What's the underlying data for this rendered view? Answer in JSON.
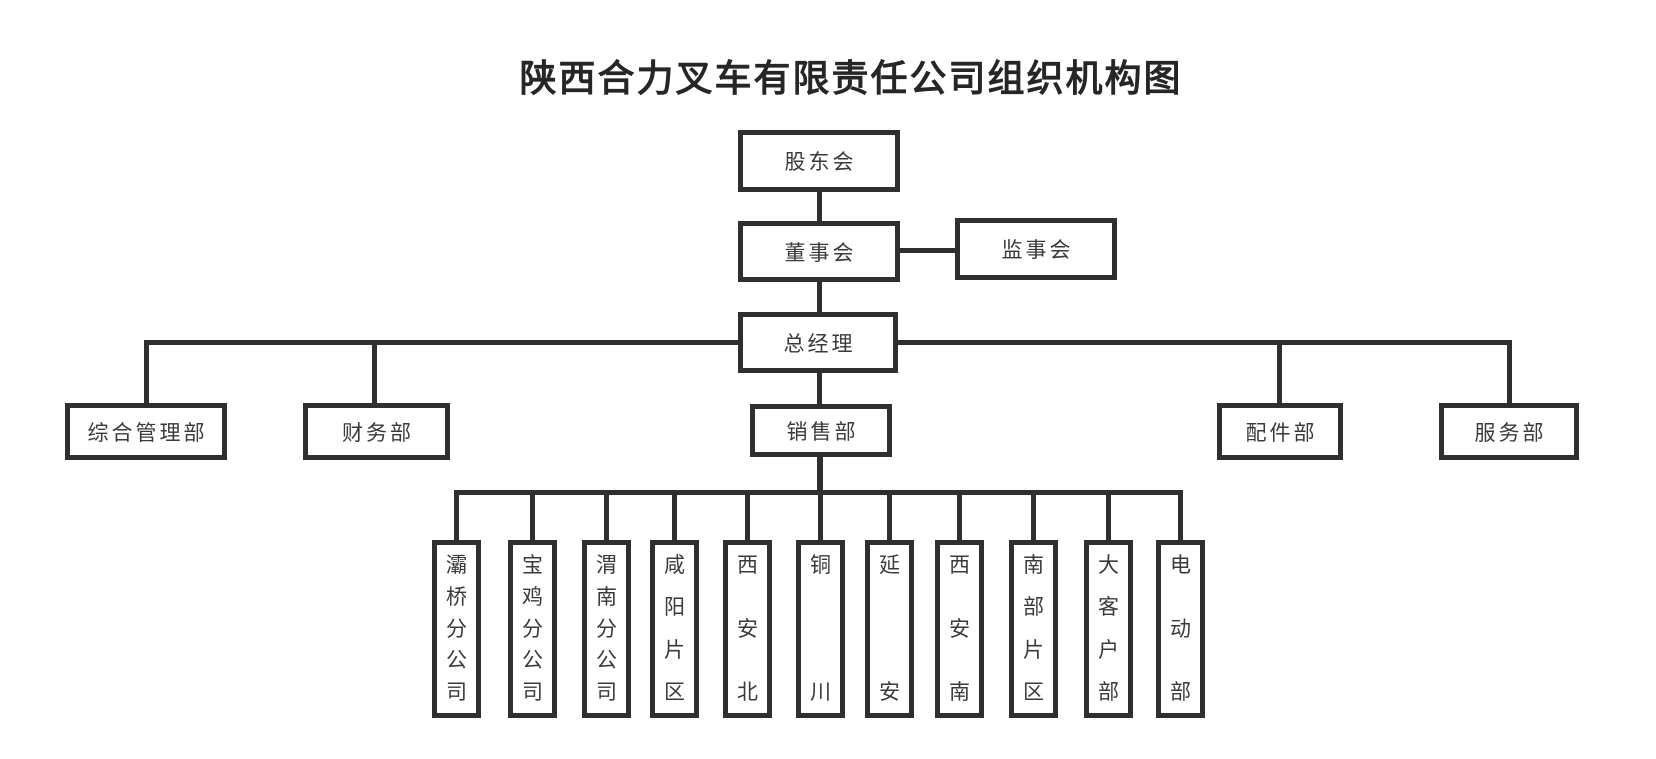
{
  "title": "陕西合力叉车有限责任公司组织机构图",
  "org": {
    "shareholders": "股东会",
    "board_of_directors": "董事会",
    "supervisory_board": "监事会",
    "general_manager": "总经理",
    "departments": [
      "综合管理部",
      "财务部",
      "销售部",
      "配件部",
      "服务部"
    ],
    "sales_units": [
      "灞桥分公司",
      "宝鸡分公司",
      "渭南分公司",
      "咸阳片区",
      "西安北",
      "铜川",
      "延安",
      "西安南",
      "南部片区",
      "大客户部",
      "电动部"
    ]
  },
  "colors": {
    "line": "#2f2f2f",
    "text": "#3a3a3a",
    "title_text": "#262626",
    "background": "#ffffff"
  }
}
